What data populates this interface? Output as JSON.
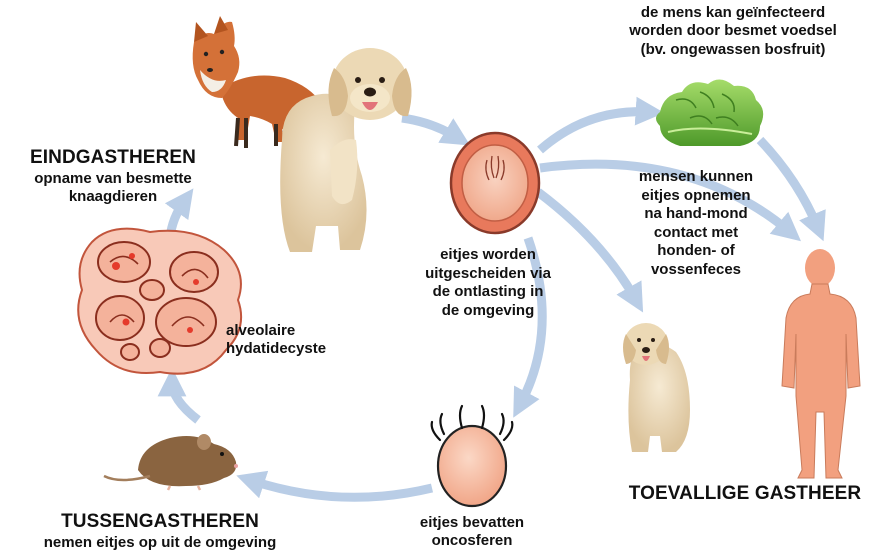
{
  "labels": {
    "food_infection": [
      "de mens kan geïnfecteerd",
      "worden door besmet voedsel",
      "(bv. ongewassen bosfruit)"
    ],
    "definitive_title": "EINDGASTHEREN",
    "definitive_desc": [
      "opname van besmette",
      "knaagdieren"
    ],
    "hand_mouth": [
      "mensen kunnen",
      "eitjes opnemen",
      "na hand-mond",
      "contact met",
      "honden- of",
      "vossenfeces"
    ],
    "eggs_excreted": [
      "eitjes worden",
      "uitgescheiden via",
      "de ontlasting in",
      "de omgeving"
    ],
    "cyst": [
      "alveolaire",
      "hydatidecyste"
    ],
    "accidental_title": "TOEVALLIGE GASTHEER",
    "intermediate_title": "TUSSENGASTHEREN",
    "intermediate_desc": "nemen eitjes op uit de omgeving",
    "oncosphere": [
      "eitjes bevatten",
      "oncosferen"
    ]
  },
  "icons": [
    "fox-icon",
    "dog-icon",
    "egg-icon",
    "lettuce-icon",
    "human-silhouette-icon",
    "small-dog-icon",
    "oncosphere-icon",
    "mouse-icon",
    "cyst-icon"
  ],
  "colors": {
    "arrow": "#b9cde6",
    "arrow_dark": "#9fbbe0",
    "human": "#f2a07f",
    "egg_outer": "#e8795c",
    "egg_inner": "#f6c1ab",
    "cyst_fill": "#f8c9b8",
    "cyst_stroke": "#c2553c",
    "cyst_red": "#e53a2b",
    "lettuce": "#7cc04a",
    "dog": "#ebd9b8",
    "fox": "#c8652e",
    "mouse": "#8a6440"
  }
}
